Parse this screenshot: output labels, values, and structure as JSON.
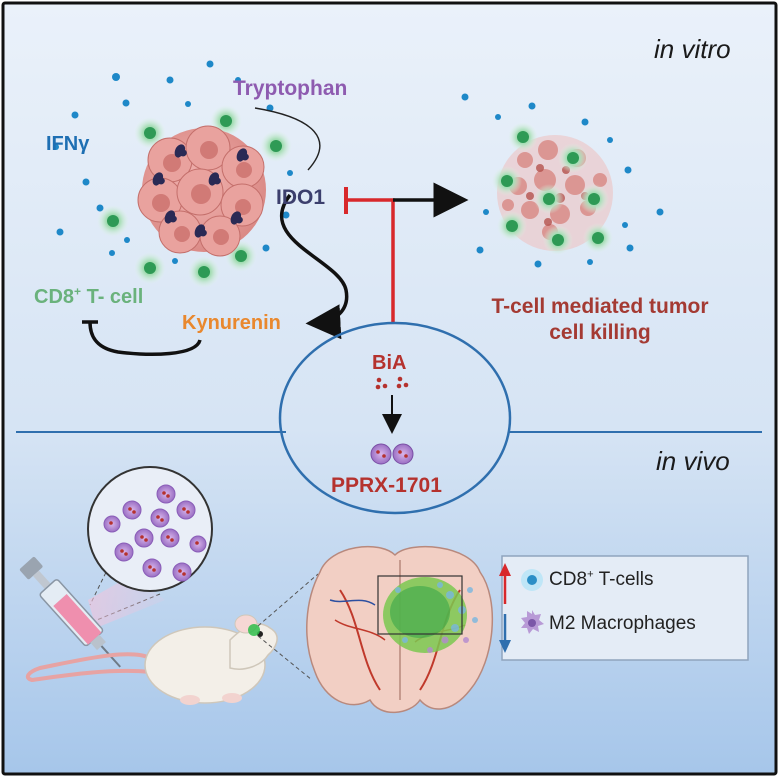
{
  "invitro": {
    "title": "in vitro"
  },
  "invivo": {
    "title": "in vivo"
  },
  "labels": {
    "tryptophan": "Tryptophan",
    "ifng": "IFNγ",
    "ido1": "IDO1",
    "cd8_main": "CD8",
    "cd8_sup": "+",
    "cd8_rest": " T- cell",
    "kynurenin": "Kynurenin",
    "killing_line1": "T-cell mediated tumor",
    "killing_line2": "cell killing",
    "bia": "BiA",
    "pprx": "PPRX-1701"
  },
  "legend": {
    "cd8_main": "CD8",
    "cd8_sup": "+",
    "cd8_rest": " T-cells",
    "m2": "M2 Macrophages"
  },
  "colors": {
    "border": "#111111",
    "bg_top": "#e8f0f9",
    "bg_bottom": "#a9c8ea",
    "ellipse_stroke": "#2f6fae",
    "divider": "#2f6fae",
    "tryptophan": "#8e5bb0",
    "ifng": "#1e6fb3",
    "ido1": "#3c3f6d",
    "cd8": "#6ab27c",
    "kynurenin": "#e9882e",
    "killing": "#a43a33",
    "bia": "#b5322e",
    "pprx": "#b5322e",
    "inhibit_red": "#d8282b",
    "arrow_up": "#d8282b",
    "arrow_down": "#2f6fae"
  }
}
